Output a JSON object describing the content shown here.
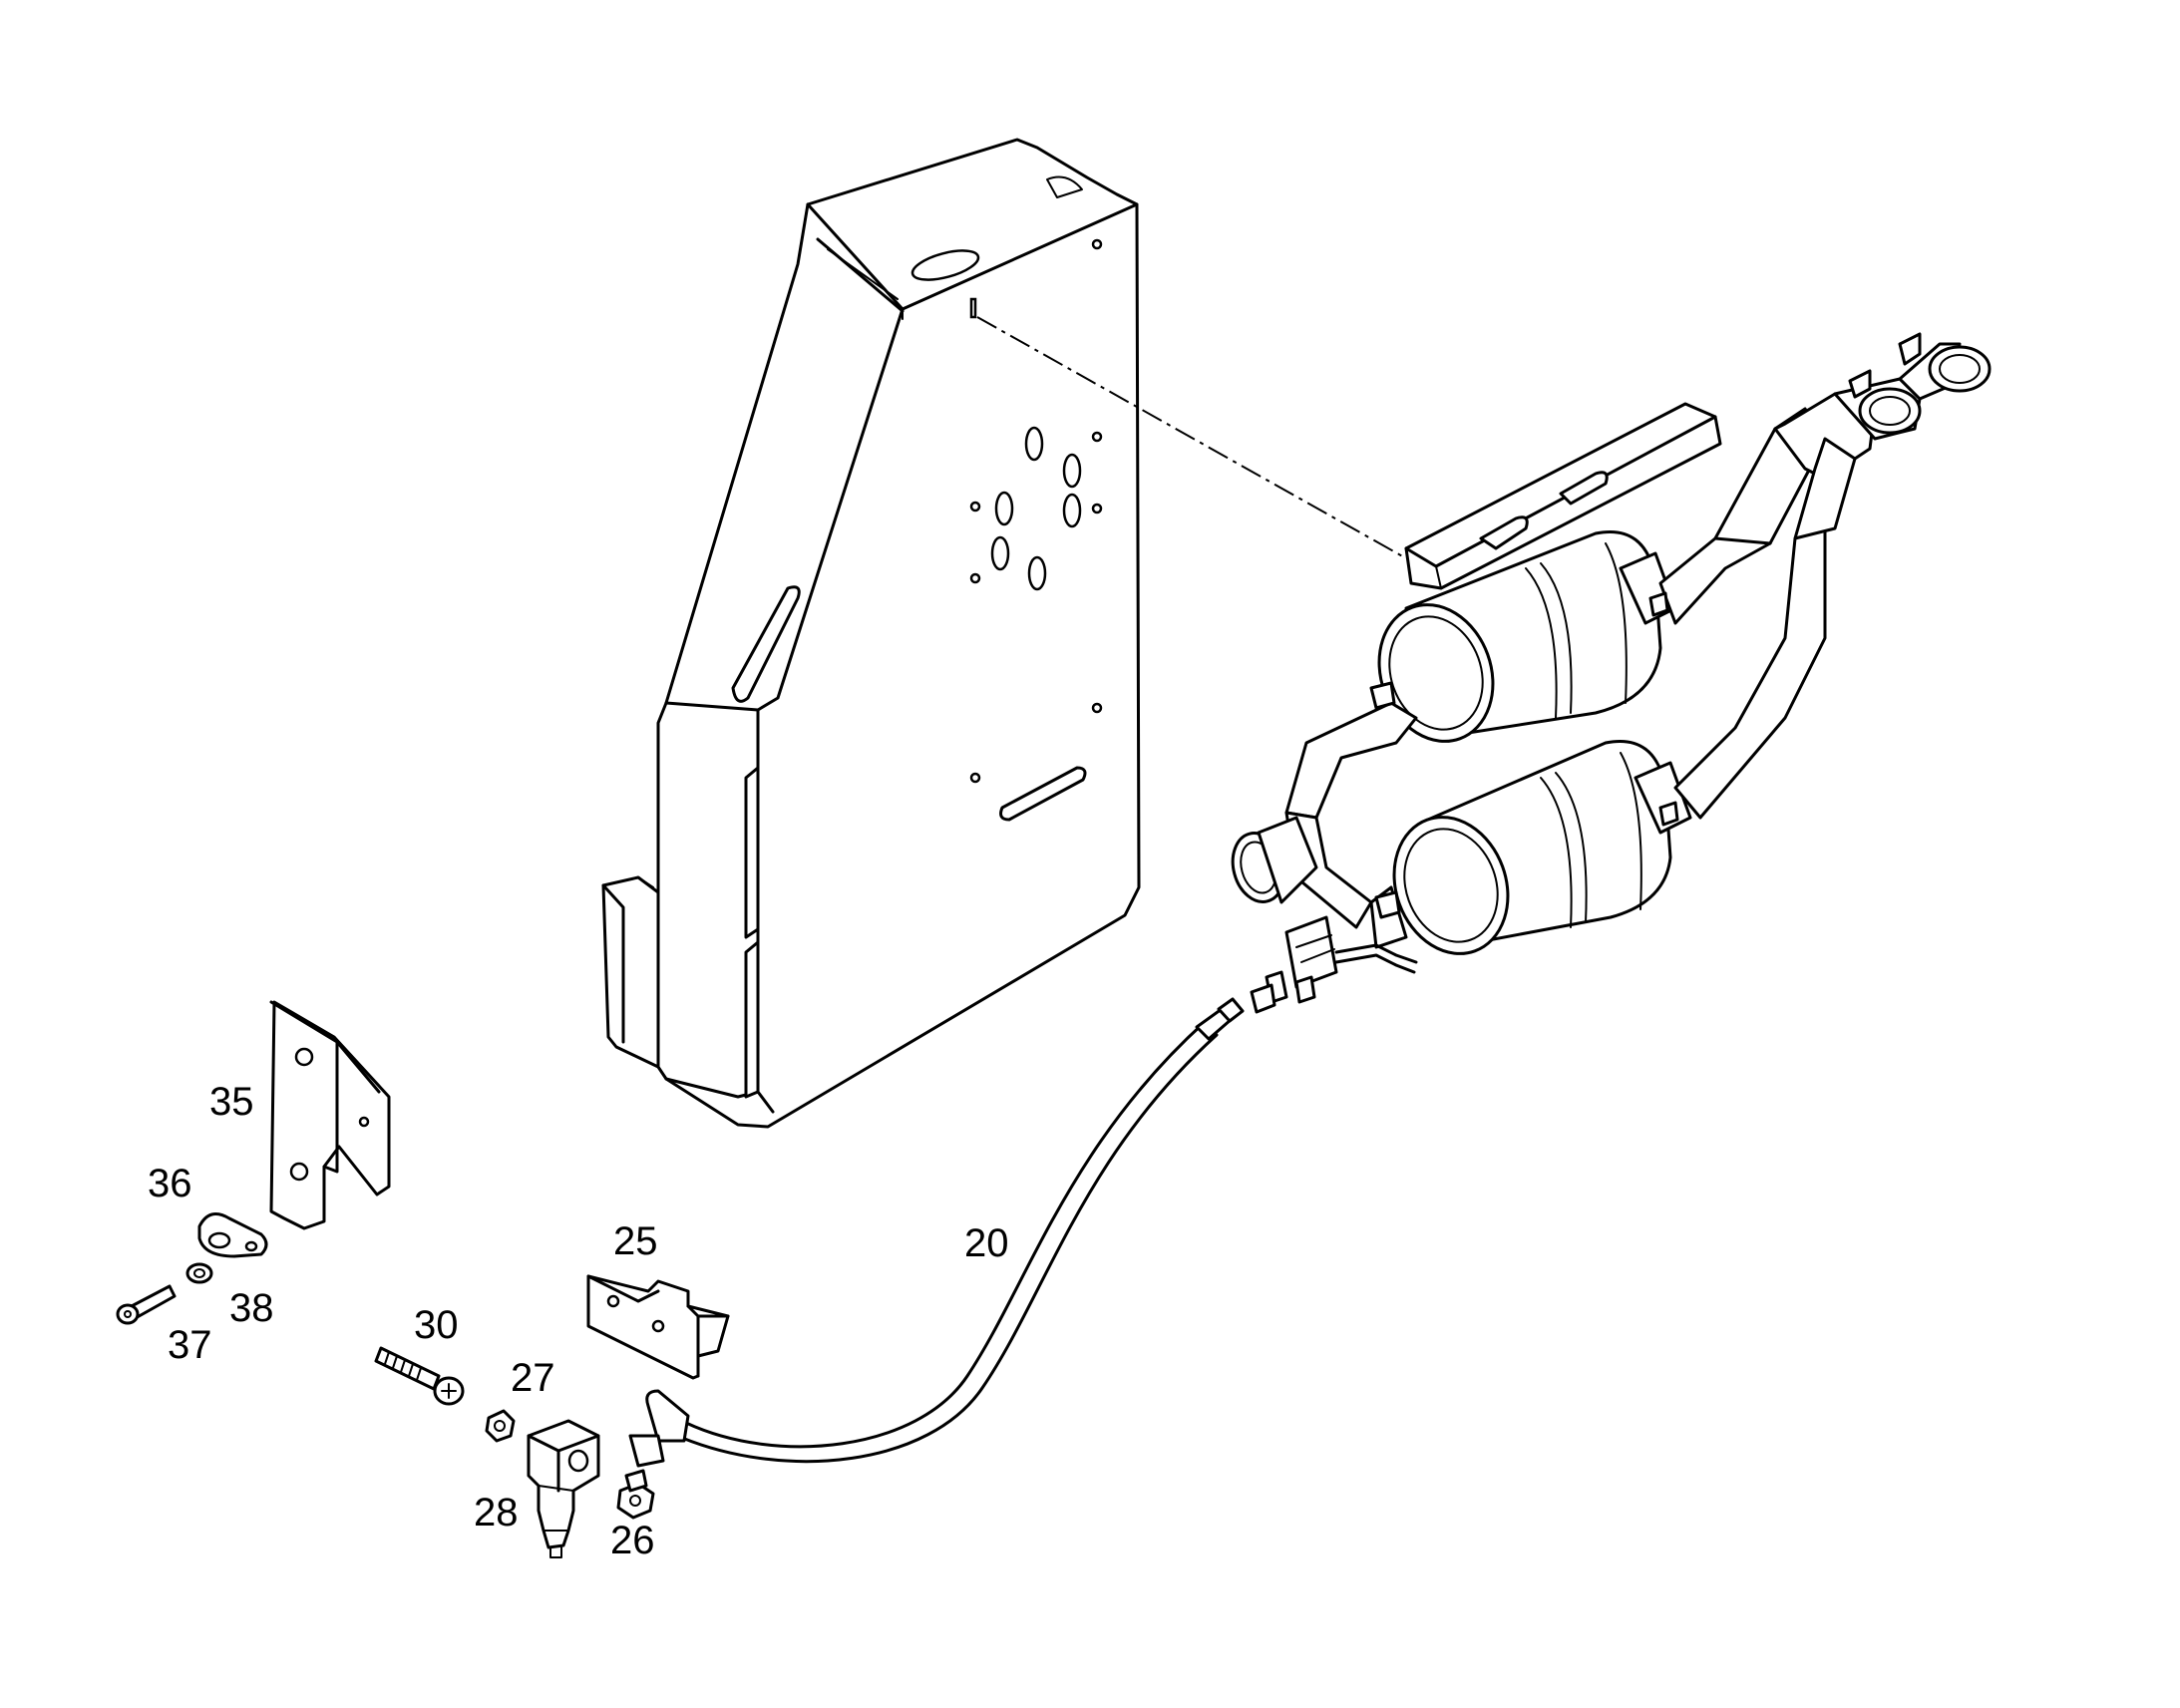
{
  "diagram": {
    "line_color": "#000000",
    "background_color": "#ffffff",
    "callouts": {
      "c20": "20",
      "c25": "25",
      "c26": "26",
      "c27": "27",
      "c28": "28",
      "c30": "30",
      "c35": "35",
      "c36": "36",
      "c37": "37",
      "c38": "38"
    }
  }
}
